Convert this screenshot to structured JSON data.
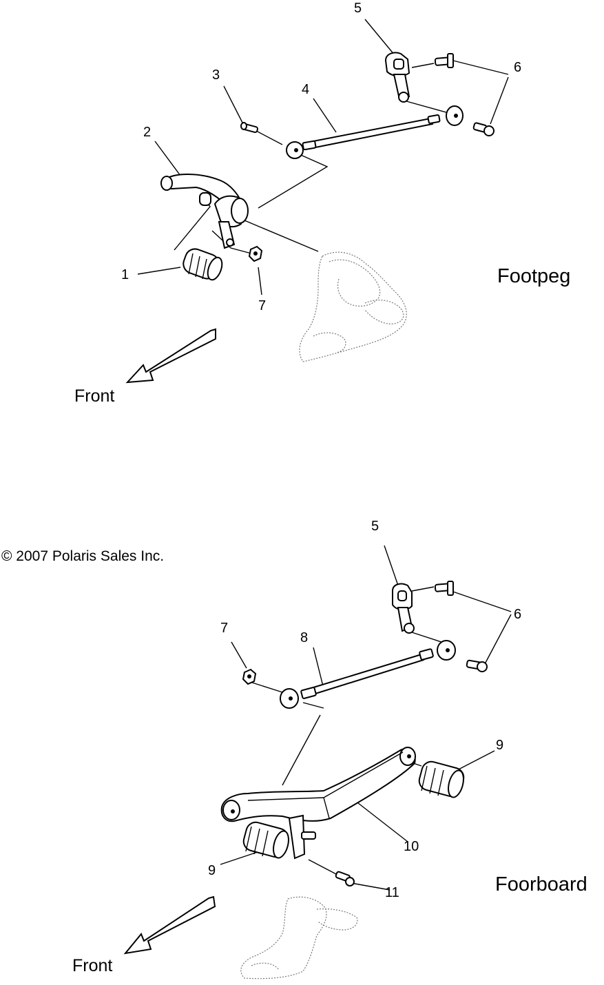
{
  "copyright": "© 2007 Polaris Sales Inc.",
  "footpeg": {
    "title": "Footpeg",
    "front_label": "Front",
    "callouts": [
      "1",
      "2",
      "3",
      "4",
      "5",
      "6",
      "7"
    ]
  },
  "foorboard": {
    "title": "Foorboard",
    "front_label": "Front",
    "callouts": [
      "5",
      "6",
      "7",
      "8",
      "9",
      "9",
      "10",
      "11"
    ]
  }
}
